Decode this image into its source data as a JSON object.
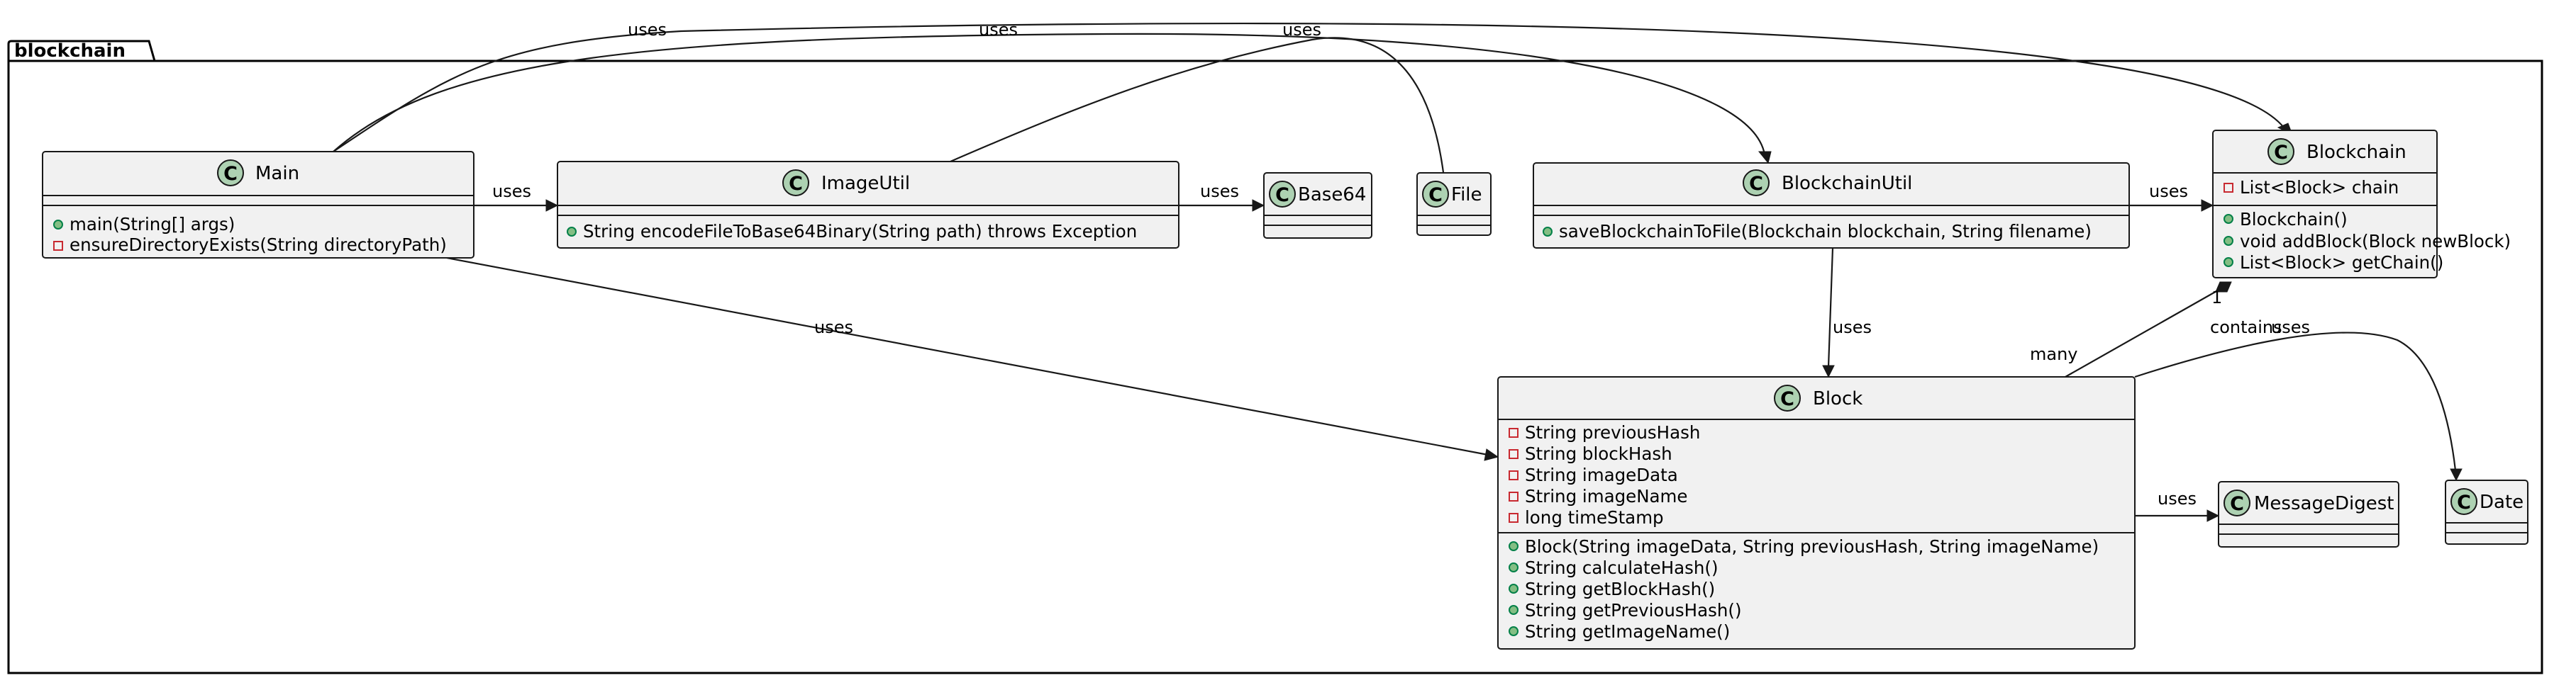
{
  "package": {
    "name": "blockchain"
  },
  "classes": {
    "main": {
      "name": "Main",
      "fields": [],
      "methods": [
        {
          "vis": "public",
          "text": "main(String[] args)"
        },
        {
          "vis": "private",
          "text": "ensureDirectoryExists(String directoryPath)"
        }
      ]
    },
    "imageutil": {
      "name": "ImageUtil",
      "fields": [],
      "methods": [
        {
          "vis": "public",
          "text": "String encodeFileToBase64Binary(String path) throws Exception"
        }
      ]
    },
    "base64": {
      "name": "Base64",
      "fields": [],
      "methods": []
    },
    "file": {
      "name": "File",
      "fields": [],
      "methods": []
    },
    "blockchainutil": {
      "name": "BlockchainUtil",
      "fields": [],
      "methods": [
        {
          "vis": "public",
          "text": "saveBlockchainToFile(Blockchain blockchain, String filename)"
        }
      ]
    },
    "blockchain": {
      "name": "Blockchain",
      "fields": [
        {
          "vis": "private",
          "text": "List<Block> chain"
        }
      ],
      "methods": [
        {
          "vis": "public",
          "text": "Blockchain()"
        },
        {
          "vis": "public",
          "text": "void addBlock(Block newBlock)"
        },
        {
          "vis": "public",
          "text": "List<Block> getChain()"
        }
      ]
    },
    "block": {
      "name": "Block",
      "fields": [
        {
          "vis": "private",
          "text": "String previousHash"
        },
        {
          "vis": "private",
          "text": "String blockHash"
        },
        {
          "vis": "private",
          "text": "String imageData"
        },
        {
          "vis": "private",
          "text": "String imageName"
        },
        {
          "vis": "private",
          "text": "long timeStamp"
        }
      ],
      "methods": [
        {
          "vis": "public",
          "text": "Block(String imageData, String previousHash, String imageName)"
        },
        {
          "vis": "public",
          "text": "String calculateHash()"
        },
        {
          "vis": "public",
          "text": "String getBlockHash()"
        },
        {
          "vis": "public",
          "text": "String getPreviousHash()"
        },
        {
          "vis": "public",
          "text": "String getImageName()"
        }
      ]
    },
    "messagedigest": {
      "name": "MessageDigest",
      "fields": [],
      "methods": []
    },
    "date": {
      "name": "Date",
      "fields": [],
      "methods": []
    }
  },
  "stereotype_letter": "C",
  "relations": [
    {
      "id": "main-imageutil",
      "from": "Main",
      "to": "ImageUtil",
      "kind": "dependency",
      "label": "uses"
    },
    {
      "id": "main-blockchain",
      "from": "Main",
      "to": "Blockchain",
      "kind": "dependency",
      "label": "uses"
    },
    {
      "id": "main-blockchainutil",
      "from": "Main",
      "to": "BlockchainUtil",
      "kind": "dependency",
      "label": "uses"
    },
    {
      "id": "main-block",
      "from": "Main",
      "to": "Block",
      "kind": "dependency",
      "label": "uses"
    },
    {
      "id": "imageutil-base64",
      "from": "ImageUtil",
      "to": "Base64",
      "kind": "dependency",
      "label": "uses"
    },
    {
      "id": "imageutil-file",
      "from": "ImageUtil",
      "to": "File",
      "kind": "dependency",
      "label": "uses"
    },
    {
      "id": "blockchainutil-blockchain",
      "from": "BlockchainUtil",
      "to": "Blockchain",
      "kind": "dependency",
      "label": "uses"
    },
    {
      "id": "blockchainutil-block",
      "from": "BlockchainUtil",
      "to": "Block",
      "kind": "dependency",
      "label": "uses"
    },
    {
      "id": "block-blockchain",
      "from": "Block",
      "to": "Blockchain",
      "kind": "composition",
      "label": "contains",
      "from_mult": "many",
      "to_mult": "1"
    },
    {
      "id": "block-date",
      "from": "Block",
      "to": "Date",
      "kind": "dependency",
      "label": "uses"
    },
    {
      "id": "block-messagedigest",
      "from": "Block",
      "to": "MessageDigest",
      "kind": "dependency",
      "label": "uses"
    }
  ]
}
